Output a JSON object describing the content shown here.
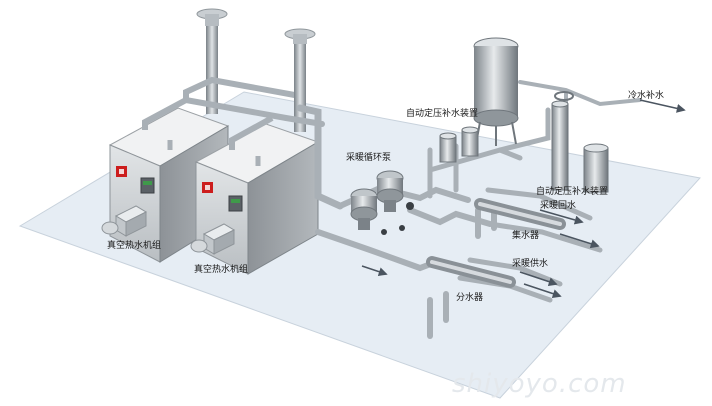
{
  "labels": {
    "boiler_unit_1": "真空热水机组",
    "boiler_unit_2": "真空热水机组",
    "heating_circ_pump": "采暖循环泵",
    "auto_pressure_makeup_device_top": "自动定压补水装置",
    "auto_pressure_makeup_device_right": "自动定压补水装置",
    "cold_water_makeup": "冷水补水",
    "heating_return": "采暖回水",
    "collector": "集水器",
    "heating_supply": "采暖供水",
    "distributor": "分水器"
  },
  "watermark": "shiyoyo.com",
  "colors": {
    "floor": "#e6edf4",
    "unit_front": "#cfd3d6",
    "unit_side": "#9ca1a5",
    "unit_top": "#f1f2f3",
    "pipe": "#a9b0b6",
    "pipe_dark": "#6f767c",
    "flue": "#8f969b",
    "brand_red": "#cc1d1d",
    "panel_green": "#3f9a4a",
    "arrow": "#4b5560"
  }
}
